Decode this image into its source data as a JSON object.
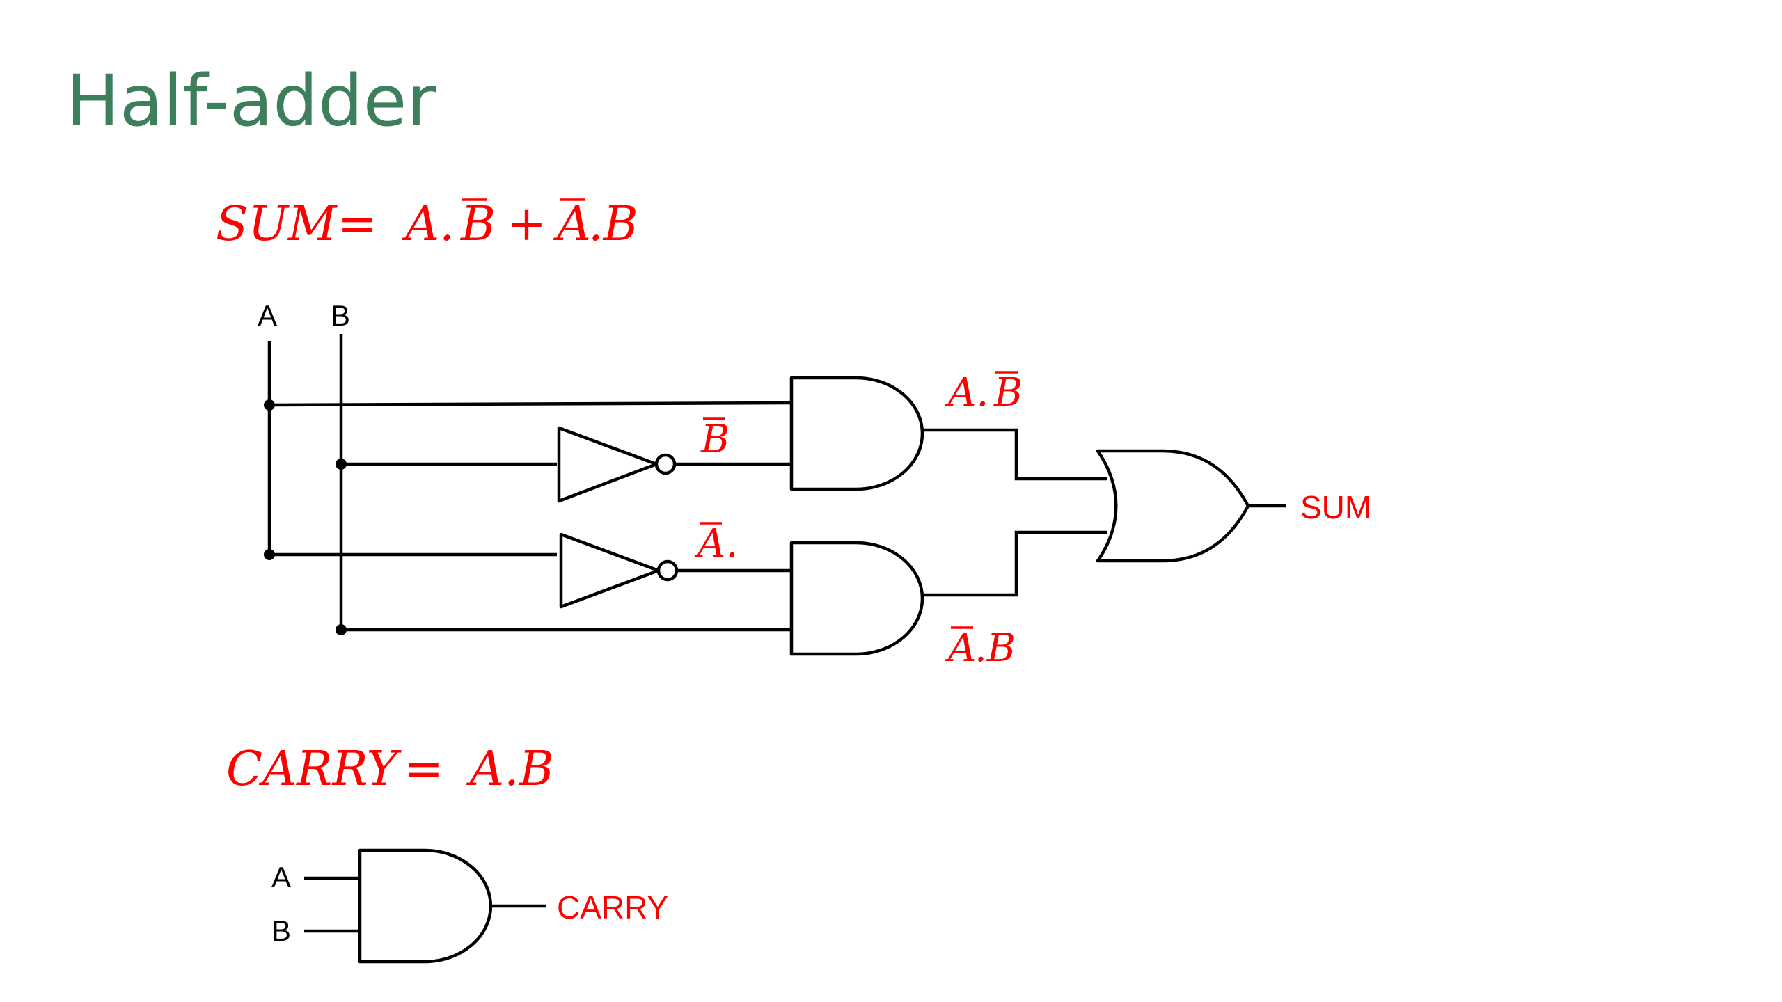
{
  "title": "Half-adder",
  "sum_equation": {
    "label": "SUM",
    "equals": "=",
    "term1_a": "A.",
    "term1_b": "B",
    "plus": "+",
    "term2_a": "A",
    "term2_b": ".B"
  },
  "carry_equation": {
    "label": "CARRY",
    "equals": "=",
    "rhs": "A.B"
  },
  "inputs": {
    "a": "A",
    "b": "B"
  },
  "wire_labels": {
    "and1_out_a": "A.",
    "and1_out_b": "B",
    "not_b": "B",
    "not_a": "A.",
    "and2_out_a": "A",
    "and2_out_b": ".B"
  },
  "outputs": {
    "sum": "SUM",
    "carry": "CARRY"
  },
  "carry_inputs": {
    "a": "A",
    "b": "B"
  },
  "colors": {
    "title": "#3e7f5b",
    "equation": "#ff0000",
    "wires": "#000000"
  }
}
